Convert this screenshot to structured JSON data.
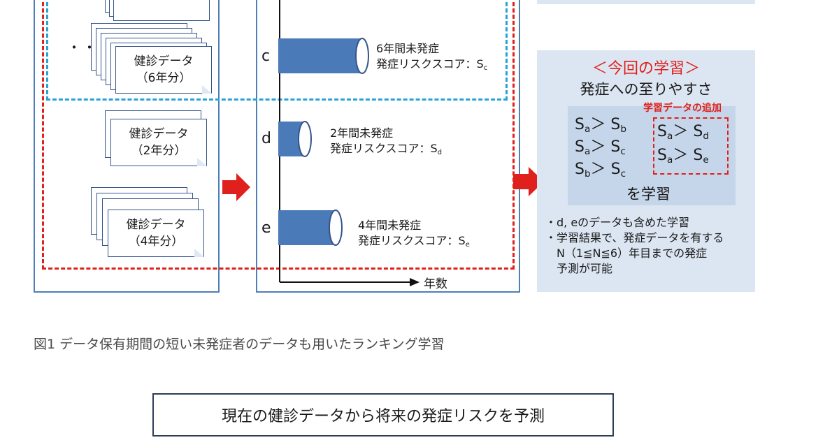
{
  "left_panel": {
    "dots": "・・",
    "doc_6": {
      "line1": "健診データ",
      "line2": "（6年分）"
    },
    "doc_2": {
      "line1": "健診データ",
      "line2": "（2年分）"
    },
    "doc_4": {
      "line1": "健診データ",
      "line2": "（4年分）"
    }
  },
  "middle_panel": {
    "rows": [
      {
        "letter": "c",
        "line1": "6年間未発症",
        "line2": "発症リスクスコア：S",
        "sub": "c"
      },
      {
        "letter": "d",
        "line1": "2年間未発症",
        "line2": "発症リスクスコア：S",
        "sub": "d"
      },
      {
        "letter": "e",
        "line1": "4年間未発症",
        "line2": "発症リスクスコア：S",
        "sub": "e"
      }
    ],
    "axis_label": "年数"
  },
  "right_panel": {
    "title": "＜今回の学習＞",
    "subtitle": "発症への至りやすさ",
    "addition_label": "学習データの追加",
    "ineq_left": [
      {
        "a": "a",
        "b": "b"
      },
      {
        "a": "a",
        "b": "c"
      },
      {
        "a": "b",
        "b": "c"
      }
    ],
    "ineq_right": [
      {
        "a": "a",
        "b": "d"
      },
      {
        "a": "a",
        "b": "e"
      }
    ],
    "ineq_prefix": "S",
    "ineq_op": "＞",
    "learn_text": "を学習",
    "notes": [
      "・d, eのデータも含めた学習",
      "・学習結果で、発症データを有する",
      "　N（1≦N≦6）年目までの発症",
      "　予測が可能"
    ]
  },
  "caption": "図1 データ保有期間の短い未発症者のデータも用いたランキング学習",
  "bottom_box": "現在の健診データから将来の発症リスクを予測",
  "colors": {
    "panel_border": "#4f7fb5",
    "bar": "#4a7ab8",
    "red": "#e0201c",
    "blue_dash": "#29a3d6",
    "right_bg": "#dce6f2"
  }
}
